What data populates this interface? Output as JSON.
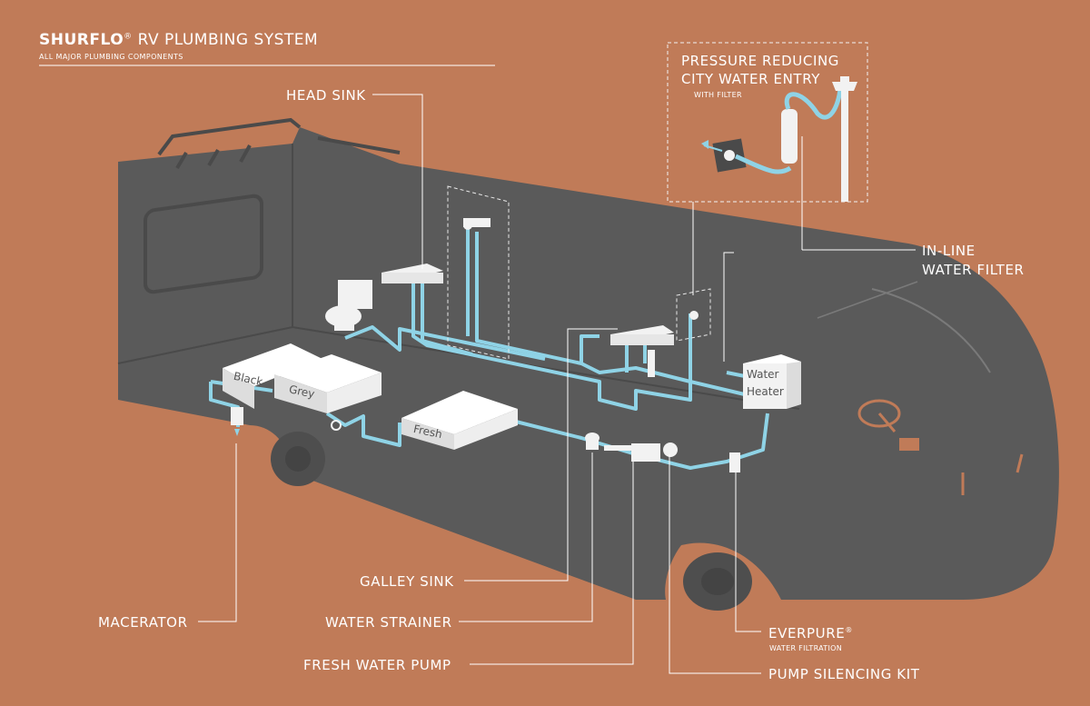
{
  "title": {
    "brand": "SHURFLO",
    "reg": "®",
    "rest": " RV PLUMBING SYSTEM",
    "subtitle": "ALL MAJOR PLUMBING COMPONENTS"
  },
  "labels": {
    "head_sink": "HEAD SINK",
    "pressure_line1": "PRESSURE REDUCING",
    "pressure_line2": "CITY WATER ENTRY",
    "pressure_sub": "WITH FILTER",
    "inline_line1": "IN-LINE",
    "inline_line2": "WATER FILTER",
    "galley_sink": "GALLEY SINK",
    "macerator": "MACERATOR",
    "water_strainer": "WATER STRAINER",
    "fresh_water_pump": "FRESH WATER PUMP",
    "everpure": "EVERPURE",
    "everpure_reg": "®",
    "everpure_sub": "WATER FILTRATION",
    "pump_silencing_kit": "PUMP SILENCING KIT"
  },
  "tanks": {
    "black": "Black",
    "grey": "Grey",
    "fresh": "Fresh",
    "heater_line1": "Water",
    "heater_line2": "Heater"
  },
  "colors": {
    "background": "#c07b58",
    "rv_body": "#5a5a5a",
    "pipe": "#8fd3e6",
    "leader": "#ffffff",
    "fixture": "#f2f2f2"
  }
}
